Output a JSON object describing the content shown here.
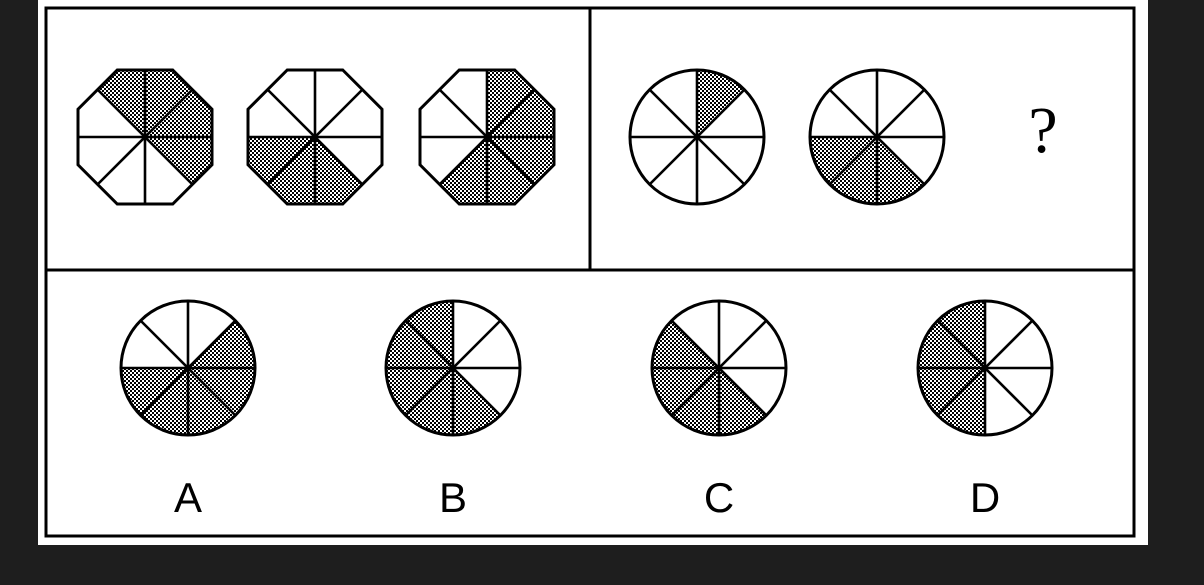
{
  "puzzle": {
    "question_mark": "?",
    "colors": {
      "background": "#1e1e1e",
      "panel": "#ffffff",
      "ink": "#000000",
      "shade": "#9a9a9a"
    },
    "sequence_1": [
      {
        "shape": "octagon",
        "shaded_sectors": [
          0,
          1,
          2,
          7
        ]
      },
      {
        "shape": "octagon",
        "shaded_sectors": [
          3,
          4,
          5
        ]
      },
      {
        "shape": "octagon",
        "shaded_sectors": [
          0,
          1,
          2,
          3,
          4
        ]
      }
    ],
    "sequence_2": [
      {
        "shape": "circle",
        "shaded_sectors": [
          0
        ]
      },
      {
        "shape": "circle",
        "shaded_sectors": [
          3,
          4,
          5
        ]
      }
    ],
    "options": [
      {
        "label": "A",
        "shape": "circle",
        "shaded_sectors": [
          1,
          2,
          3,
          4,
          5
        ]
      },
      {
        "label": "B",
        "shape": "circle",
        "shaded_sectors": [
          3,
          4,
          5,
          6,
          7
        ]
      },
      {
        "label": "C",
        "shape": "circle",
        "shaded_sectors": [
          3,
          4,
          5,
          6
        ]
      },
      {
        "label": "D",
        "shape": "circle",
        "shaded_sectors": [
          4,
          5,
          6,
          7
        ]
      }
    ]
  }
}
